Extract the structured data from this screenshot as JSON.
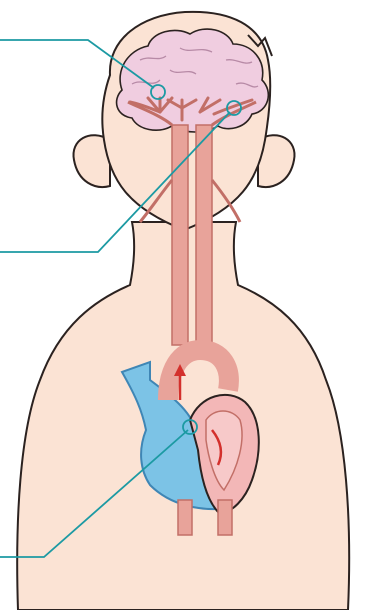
{
  "colors": {
    "background": "#ffffff",
    "skin": "#fbe3d4",
    "outline": "#2b2220",
    "brain": "#f0cde0",
    "artery": "#e8a39a",
    "artery_stroke": "#c26f67",
    "vein_blue": "#7cc3e6",
    "vein_stroke": "#3f86b5",
    "heart_inner": "#f3b7b7",
    "arrow_red": "#d3302c",
    "callout": "#1c9aa3"
  },
  "callouts": [
    {
      "id": "brain-vessel",
      "icon": "circle-marker"
    },
    {
      "id": "neck-artery",
      "icon": "circle-marker"
    },
    {
      "id": "heart",
      "icon": "circle-marker"
    }
  ],
  "flow_arrows": [
    {
      "icon": "arrow-up"
    },
    {
      "icon": "arrow-curve"
    }
  ]
}
